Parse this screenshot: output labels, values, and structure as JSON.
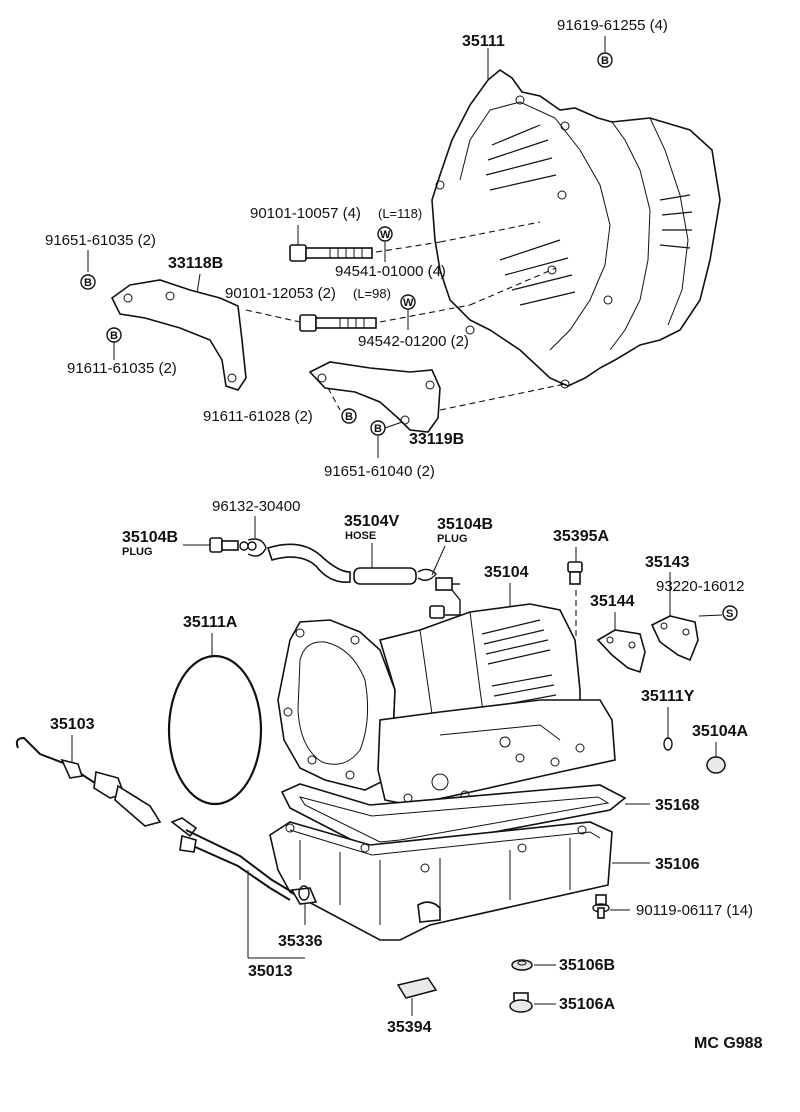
{
  "parts": {
    "p35111": "35111",
    "p91619": "91619-61255 (4)",
    "p90101a": "90101-10057 (4)",
    "p90101a_len": "(L=118)",
    "p94541": "94541-01000 (4)",
    "p91651a": "91651-61035 (2)",
    "p33118b": "33118B",
    "p90101b": "90101-12053 (2)",
    "p90101b_len": "(L=98)",
    "p94542": "94542-01200 (2)",
    "p91611a": "91611-61035 (2)",
    "p91611b": "91611-61028 (2)",
    "p33119b": "33119B",
    "p91651b": "91651-61040 (2)",
    "p96132": "96132-30400",
    "p35104b_left": "35104B",
    "p35104b_left_sub": "PLUG",
    "p35104v": "35104V",
    "p35104v_sub": "HOSE",
    "p35104b_right": "35104B",
    "p35104b_right_sub": "PLUG",
    "p35395a": "35395A",
    "p35143": "35143",
    "p35104": "35104",
    "p93220": "93220-16012",
    "p35144": "35144",
    "p35111a": "35111A",
    "p35111y": "35111Y",
    "p35103": "35103",
    "p35104a": "35104A",
    "p35168": "35168",
    "p35106": "35106",
    "p90119": "90119-06117 (14)",
    "p35336": "35336",
    "p35013": "35013",
    "p35106b": "35106B",
    "p35394": "35394",
    "p35106a": "35106A"
  },
  "symbols": {
    "b": "B",
    "w": "W",
    "s": "S"
  },
  "footer": {
    "code": "MC  G988"
  }
}
